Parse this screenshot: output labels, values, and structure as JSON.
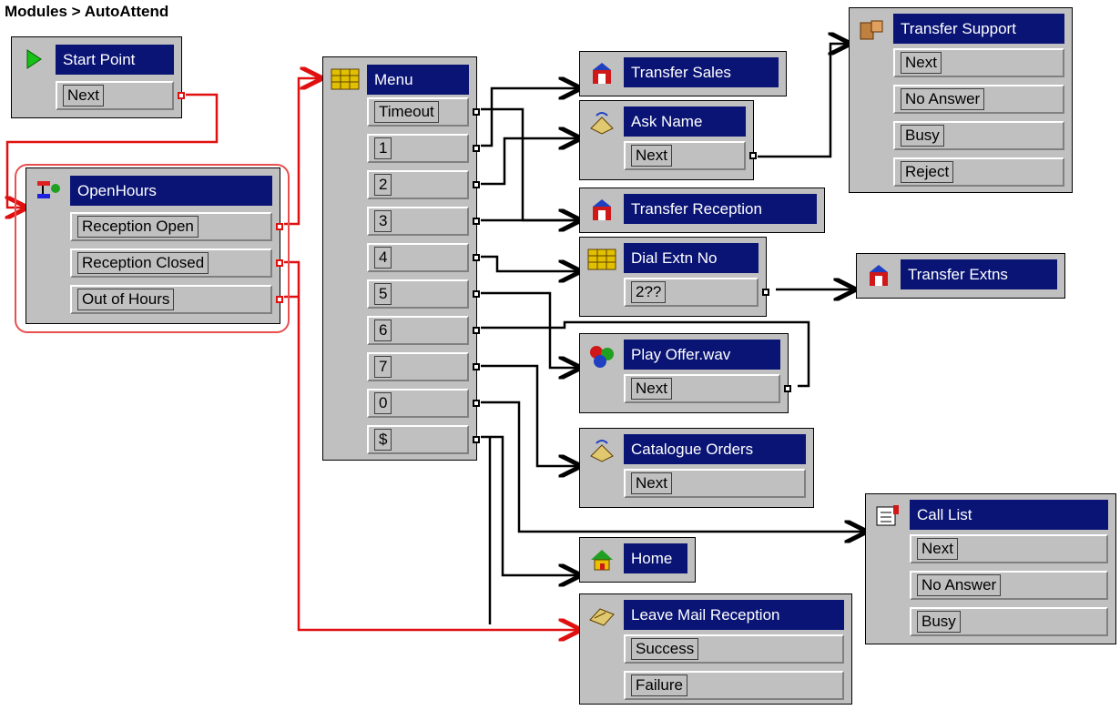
{
  "breadcrumb": "Modules > AutoAttend",
  "colors": {
    "header_bg": "#0a1475",
    "node_bg": "#c0c0c0",
    "wire": "#000000",
    "wire_selected": "#e01010"
  },
  "nodes": {
    "start": {
      "title": "Start Point",
      "icon": "start-play-icon",
      "rows": [
        "Next"
      ]
    },
    "openhours": {
      "title": "OpenHours",
      "icon": "time-profile-icon",
      "rows": [
        "Reception Open",
        "Reception Closed",
        "Out of Hours"
      ]
    },
    "menu": {
      "title": "Menu",
      "icon": "keypad-icon",
      "rows": [
        "Timeout",
        "1",
        "2",
        "3",
        "4",
        "5",
        "6",
        "7",
        "0",
        "$"
      ]
    },
    "transfer_sales": {
      "title": "Transfer Sales",
      "icon": "transfer-icon",
      "rows": []
    },
    "ask_name": {
      "title": "Ask Name",
      "icon": "speak-icon",
      "rows": [
        "Next"
      ]
    },
    "transfer_reception": {
      "title": "Transfer Reception",
      "icon": "transfer-icon",
      "rows": []
    },
    "dial_extn": {
      "title": "Dial Extn No",
      "icon": "keypad-icon",
      "rows": [
        "2??"
      ]
    },
    "transfer_extns": {
      "title": "Transfer Extns",
      "icon": "transfer-icon",
      "rows": []
    },
    "play_offer": {
      "title": "Play Offer.wav",
      "icon": "play-sound-icon",
      "rows": [
        "Next"
      ]
    },
    "catalogue": {
      "title": "Catalogue Orders",
      "icon": "speak-icon",
      "rows": [
        "Next"
      ]
    },
    "home": {
      "title": "Home",
      "icon": "home-icon",
      "rows": []
    },
    "leave_mail": {
      "title": "Leave Mail Reception",
      "icon": "voicemail-icon",
      "rows": [
        "Success",
        "Failure"
      ]
    },
    "transfer_support": {
      "title": "Transfer Support",
      "icon": "assisted-transfer-icon",
      "rows": [
        "Next",
        "No Answer",
        "Busy",
        "Reject"
      ]
    },
    "call_list": {
      "title": "Call List",
      "icon": "call-list-icon",
      "rows": [
        "Next",
        "No Answer",
        "Busy"
      ]
    }
  }
}
